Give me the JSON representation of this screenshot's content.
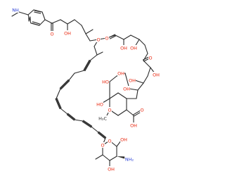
{
  "molecule": {
    "atom_labels": {
      "nh": "NH",
      "oh": "OH",
      "ho": "HO",
      "o": "O",
      "h3c": "H₃C",
      "nh2": "NH₂"
    },
    "colors": {
      "bond": "#2a2a2a",
      "oxygen": "#e8230a",
      "nitrogen": "#2a3fd6",
      "carbon": "#2a2a2a"
    }
  }
}
